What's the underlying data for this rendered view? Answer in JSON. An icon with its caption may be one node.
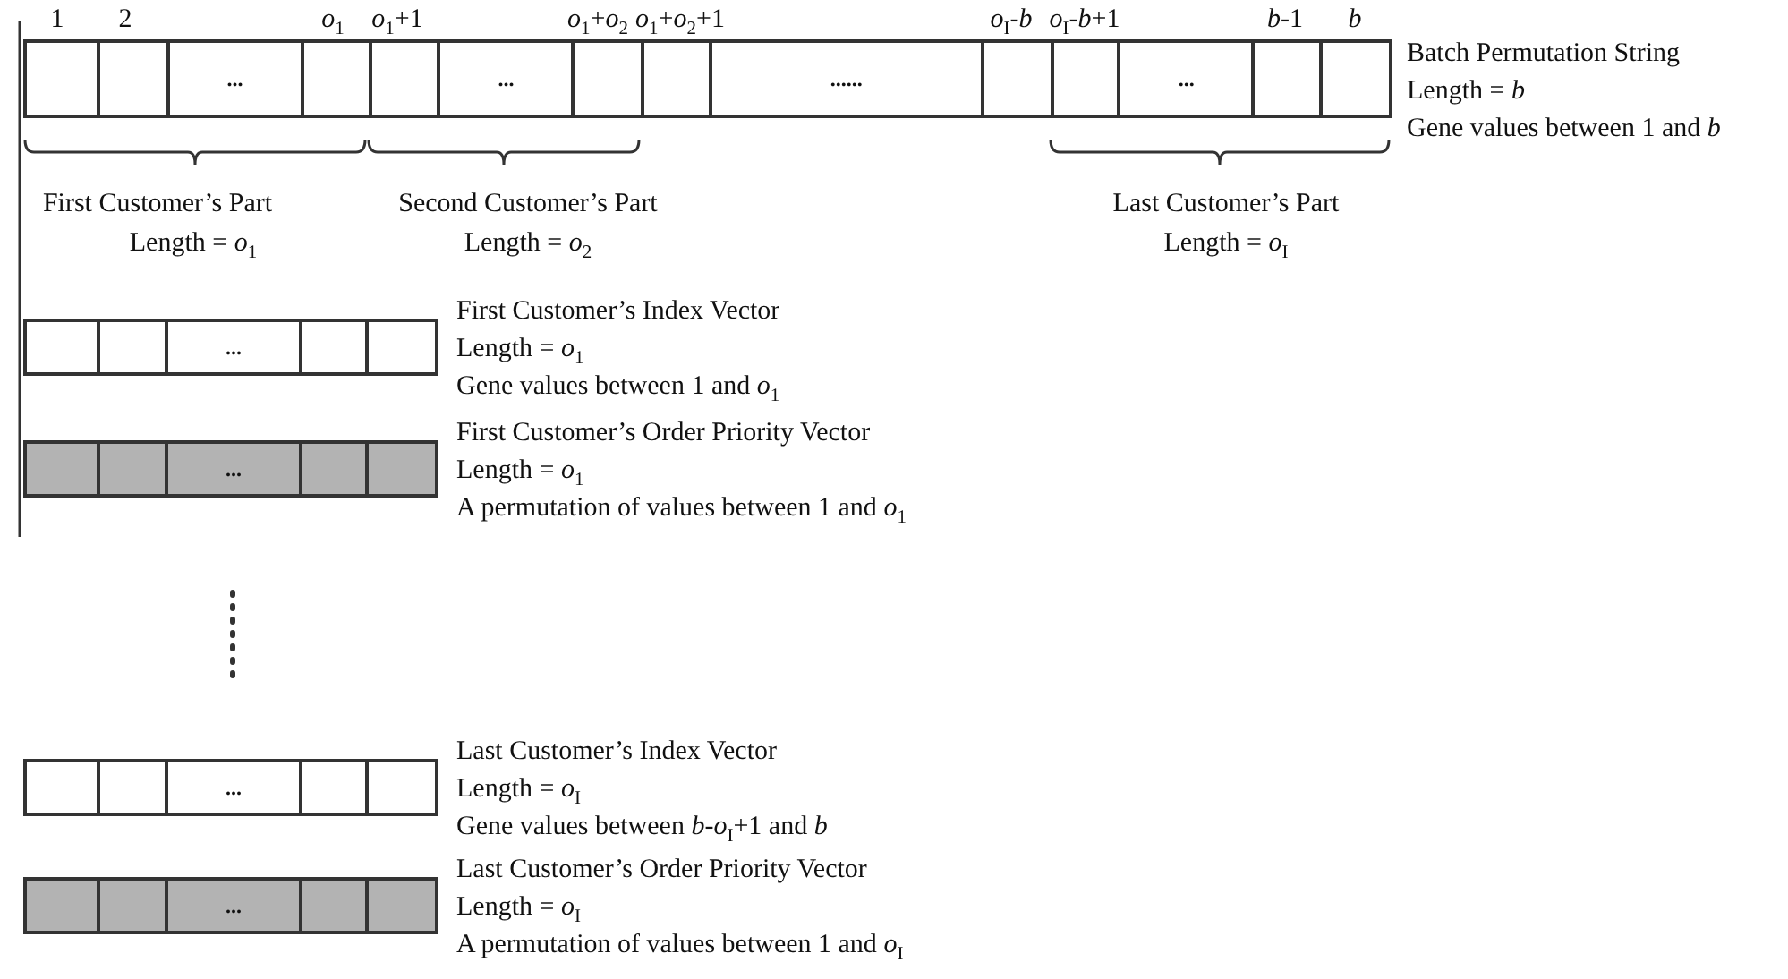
{
  "diagram": {
    "nodes": [
      {
        "text": [
          "...",
          "...",
          "......",
          "..."
        ],
        "beside": [
          "Batch Permutation String",
          "Length = *b*",
          "Gene values between 1 and *b*"
        ]
      },
      {
        "text": [
          "..."
        ],
        "beside": [
          "First Customer’s Index Vector",
          "Length = *o*$_{1}$",
          "Gene values between 1 and *o*$_{1}$"
        ]
      },
      {
        "text": [
          "..."
        ],
        "beside": [
          "First Customer’s Order Priority Vector",
          "Length = *o*$_{1}$",
          "A permutation of values between 1 and *o*$_{1}$"
        ]
      },
      {
        "text": [
          "..."
        ],
        "beside": [
          "Last Customer’s Index Vector",
          "Length = *o*$_{I}$",
          "Gene values between *b*-*o*$_{I}$+1 and *b*"
        ]
      },
      {
        "text": [
          "..."
        ],
        "beside": [
          "Last Customer’s Order Priority Vector",
          "Length = *o*$_{I}$",
          "A permutation of values between 1 and *o*$_{I}$"
        ]
      }
    ],
    "labels": [
      "1",
      "2",
      "*o*$_{1}$",
      "*o*$_{1}$+1",
      "*o*$_{1}$+*o*$_{2}$",
      "*o*$_{1}$+*o*$_{2}$+1",
      "*o*$_{I}$-*b*",
      "*o*$_{I}$-*b*+1",
      "*b*-1",
      "*b*",
      "First Customer’s Part",
      "Second Customer’s Part",
      "Last Customer’s Part",
      "Length = *o*$_{1}$",
      "Length = *o*$_{2}$",
      "Length = *o*$_{I}$"
    ]
  }
}
